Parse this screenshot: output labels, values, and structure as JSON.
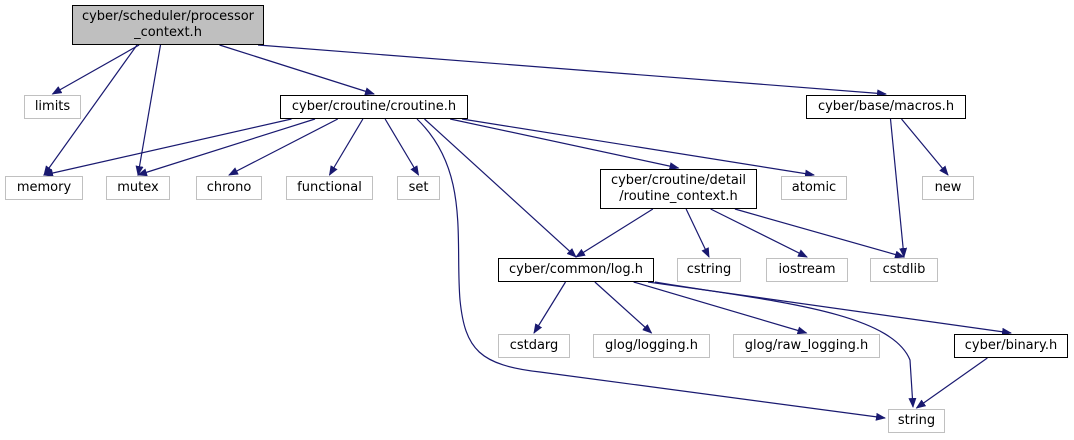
{
  "diagram": {
    "edge_color": "#191970",
    "nodes": [
      {
        "id": "processor_context",
        "label": "cyber/scheduler/processor\n_context.h",
        "kind": "root"
      },
      {
        "id": "limits",
        "label": "limits",
        "kind": "system"
      },
      {
        "id": "croutine",
        "label": "cyber/croutine/croutine.h",
        "kind": "header"
      },
      {
        "id": "macros",
        "label": "cyber/base/macros.h",
        "kind": "header"
      },
      {
        "id": "memory",
        "label": "memory",
        "kind": "system"
      },
      {
        "id": "mutex",
        "label": "mutex",
        "kind": "system"
      },
      {
        "id": "chrono",
        "label": "chrono",
        "kind": "system"
      },
      {
        "id": "functional",
        "label": "functional",
        "kind": "system"
      },
      {
        "id": "set",
        "label": "set",
        "kind": "system"
      },
      {
        "id": "routine_context",
        "label": "cyber/croutine/detail\n/routine_context.h",
        "kind": "header"
      },
      {
        "id": "atomic",
        "label": "atomic",
        "kind": "system"
      },
      {
        "id": "new",
        "label": "new",
        "kind": "system"
      },
      {
        "id": "log",
        "label": "cyber/common/log.h",
        "kind": "header"
      },
      {
        "id": "cstring",
        "label": "cstring",
        "kind": "system"
      },
      {
        "id": "iostream",
        "label": "iostream",
        "kind": "system"
      },
      {
        "id": "cstdlib",
        "label": "cstdlib",
        "kind": "system"
      },
      {
        "id": "cstdarg",
        "label": "cstdarg",
        "kind": "system"
      },
      {
        "id": "glog_logging",
        "label": "glog/logging.h",
        "kind": "system"
      },
      {
        "id": "glog_raw_logging",
        "label": "glog/raw_logging.h",
        "kind": "system"
      },
      {
        "id": "binary",
        "label": "cyber/binary.h",
        "kind": "header"
      },
      {
        "id": "string",
        "label": "string",
        "kind": "system"
      }
    ],
    "edges": [
      [
        "processor_context",
        "limits"
      ],
      [
        "processor_context",
        "memory"
      ],
      [
        "processor_context",
        "mutex"
      ],
      [
        "processor_context",
        "croutine"
      ],
      [
        "processor_context",
        "macros"
      ],
      [
        "croutine",
        "memory"
      ],
      [
        "croutine",
        "mutex"
      ],
      [
        "croutine",
        "chrono"
      ],
      [
        "croutine",
        "functional"
      ],
      [
        "croutine",
        "set"
      ],
      [
        "croutine",
        "routine_context"
      ],
      [
        "croutine",
        "atomic"
      ],
      [
        "croutine",
        "log"
      ],
      [
        "croutine",
        "string"
      ],
      [
        "macros",
        "new"
      ],
      [
        "macros",
        "cstdlib"
      ],
      [
        "routine_context",
        "log"
      ],
      [
        "routine_context",
        "cstring"
      ],
      [
        "routine_context",
        "iostream"
      ],
      [
        "routine_context",
        "cstdlib"
      ],
      [
        "log",
        "cstdarg"
      ],
      [
        "log",
        "glog_logging"
      ],
      [
        "log",
        "glog_raw_logging"
      ],
      [
        "log",
        "binary"
      ],
      [
        "log",
        "string"
      ],
      [
        "binary",
        "string"
      ]
    ]
  }
}
